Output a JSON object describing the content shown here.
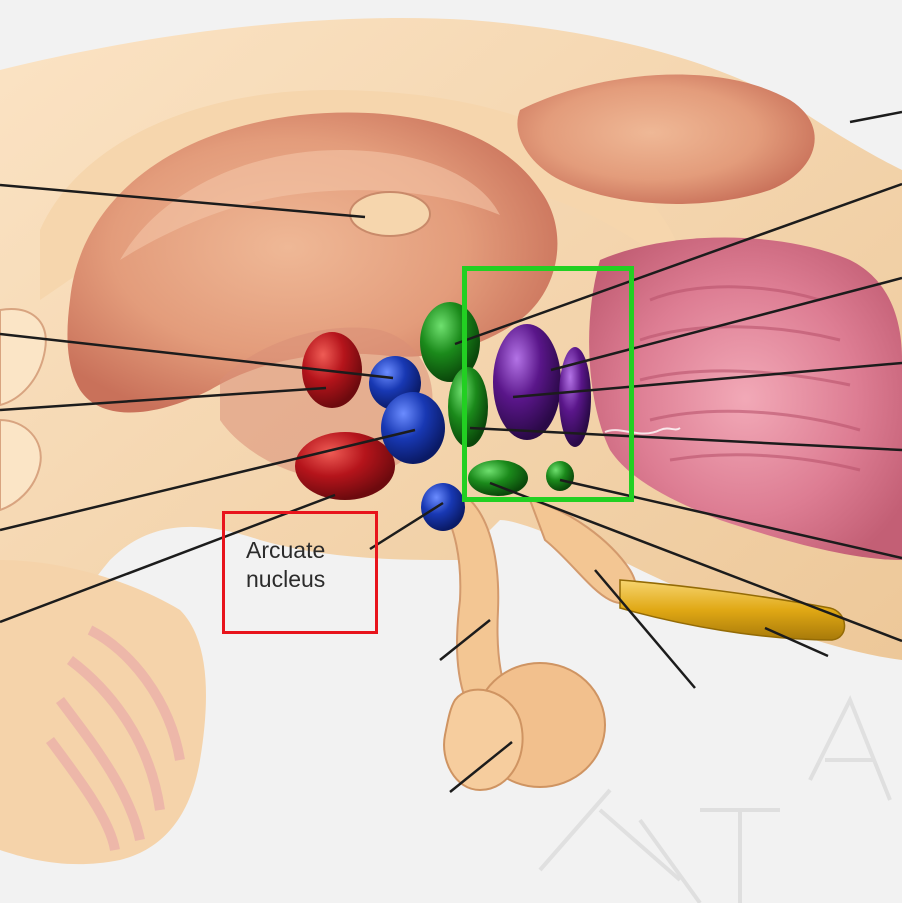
{
  "image": {
    "background": "#f2f2f2"
  },
  "labels": {
    "arcuate_line1": "Arcuate",
    "arcuate_line2": "nucleus"
  },
  "highlights": {
    "label_box_color": "#e8141c",
    "region_box_color": "#22d022"
  },
  "colors": {
    "tissue_light": "#f4d3a8",
    "tissue_pink": "#e7a184",
    "tissue_deep": "#cf6c5a",
    "nucleus_red": "#b5141b",
    "nucleus_blue": "#1838b3",
    "nucleus_green": "#1b8a1b",
    "nucleus_purple": "#5a168a",
    "nerve_yellow": "#e0a814",
    "pleated_pink": "#e98aa3",
    "leader_line": "#1c1c1c"
  },
  "icons": {
    "watermark": "watermark-glyph",
    "watermark_text": "度TA"
  }
}
